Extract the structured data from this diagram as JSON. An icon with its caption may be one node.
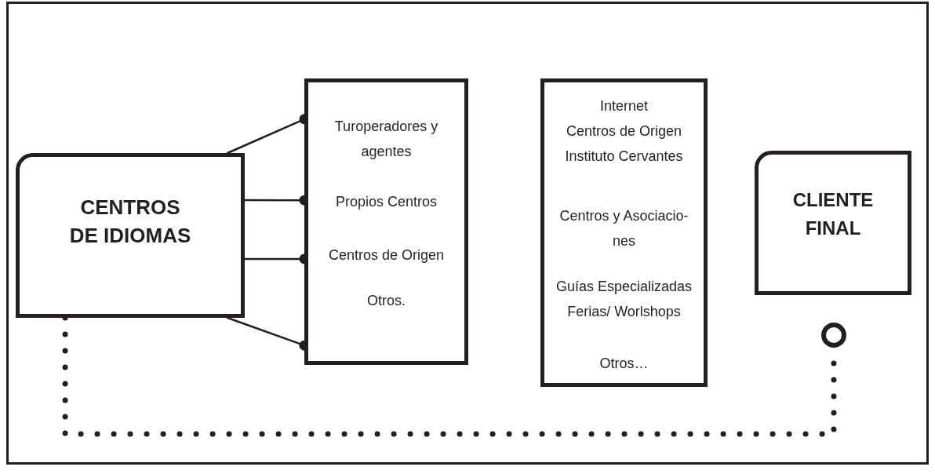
{
  "diagram": {
    "nodes": [
      {
        "text": [
          "CENTROS DE IDIOMAS"
        ]
      },
      {
        "text": [
          "Turoperadores y agentes",
          "Propios Centros",
          "Centros de Origen",
          "Otros."
        ]
      },
      {
        "text": [
          "Internet",
          "Centros de Origen",
          "Instituto Cervantes",
          "Centros y Asociacio- nes",
          "Guías Especializadas",
          "Ferias/ Worlshops",
          "Otros…"
        ]
      },
      {
        "text": [
          "CLIENTE FINAL"
        ]
      },
      {
        "text": [],
        "shape": "circle"
      }
    ],
    "edges": [
      {
        "from": 0,
        "to": 1,
        "arrow": "other"
      },
      {
        "from": 0,
        "to": 1,
        "arrow": "other"
      },
      {
        "from": 0,
        "to": 1,
        "arrow": "other"
      },
      {
        "from": 0,
        "to": 1,
        "arrow": "other"
      },
      {
        "from": 0,
        "to": 4,
        "arrow": "none",
        "style": "dashed"
      }
    ]
  }
}
